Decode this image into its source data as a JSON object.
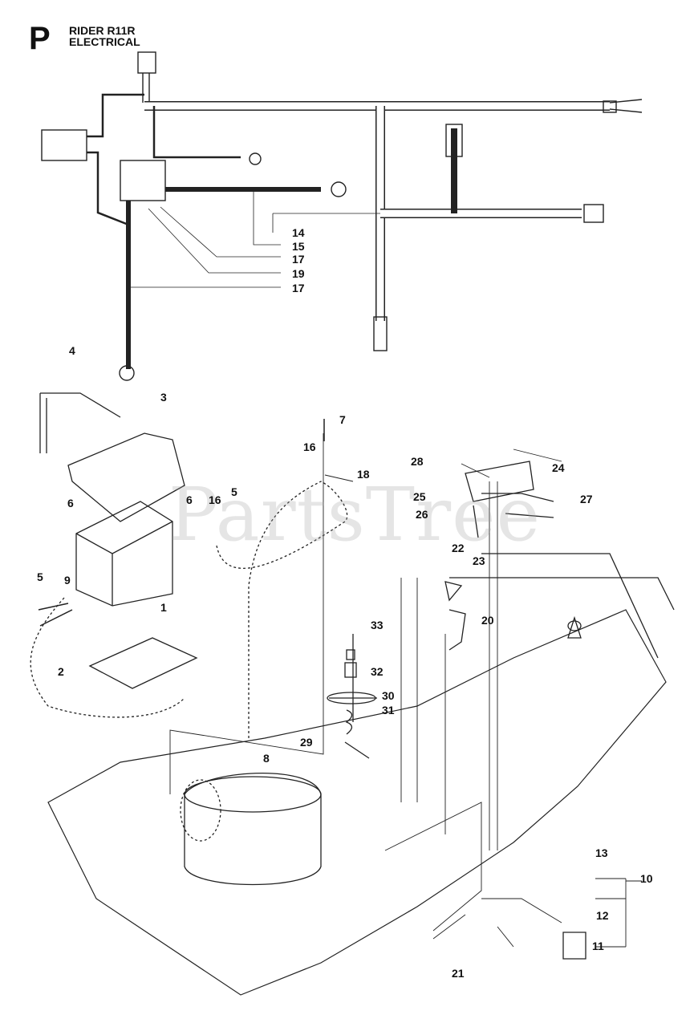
{
  "header": {
    "section_letter": "P",
    "model": "RIDER R11R",
    "title": "ELECTRICAL"
  },
  "watermark": "PartsTree",
  "callouts": [
    "1",
    "2",
    "3",
    "4",
    "5",
    "5",
    "6",
    "6",
    "7",
    "8",
    "9",
    "10",
    "11",
    "12",
    "13",
    "14",
    "15",
    "16",
    "16",
    "17",
    "17",
    "18",
    "19",
    "20",
    "21",
    "22",
    "23",
    "24",
    "25",
    "26",
    "27",
    "28",
    "29",
    "30",
    "31",
    "32",
    "33"
  ],
  "colors": {
    "line": "#111111",
    "part": "#222222",
    "watermark": "#a0a0a0"
  }
}
